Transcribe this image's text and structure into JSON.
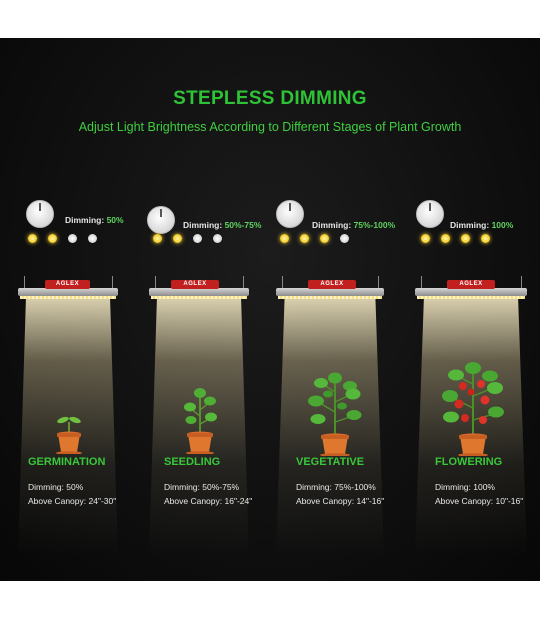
{
  "heading": {
    "title": "STEPLESS DIMMING",
    "subtitle": "Adjust Light Brightness According to Different Stages of Plant Growth"
  },
  "brand": "AGLEX",
  "dial_scale": {
    "min": "0%",
    "max": "100%"
  },
  "stages": [
    {
      "name": "GERMINATION",
      "dim_label": "Dimming:",
      "dim_value": "50%",
      "dots_on": 2,
      "dimming_line": "Dimming: 50%",
      "canopy_line": "Above Canopy: 24\"-30\""
    },
    {
      "name": "SEEDLING",
      "dim_label": "Dimming:",
      "dim_value": "50%-75%",
      "dots_on": 2,
      "dimming_line": "Dimming: 50%-75%",
      "canopy_line": "Above Canopy: 16\"-24\""
    },
    {
      "name": "VEGETATIVE",
      "dim_label": "Dimming:",
      "dim_value": "75%-100%",
      "dots_on": 3,
      "dimming_line": "Dimming: 75%-100%",
      "canopy_line": "Above Canopy: 14\"-16\""
    },
    {
      "name": "FLOWERING",
      "dim_label": "Dimming:",
      "dim_value": "100%",
      "dots_on": 4,
      "dimming_line": "Dimming: 100%",
      "canopy_line": "Above Canopy: 10\"-16\""
    }
  ],
  "colors": {
    "accent_green": "#2ec236",
    "background": "#111111",
    "led_on": "#f4cf2c",
    "driver_red": "#c21f1f"
  }
}
